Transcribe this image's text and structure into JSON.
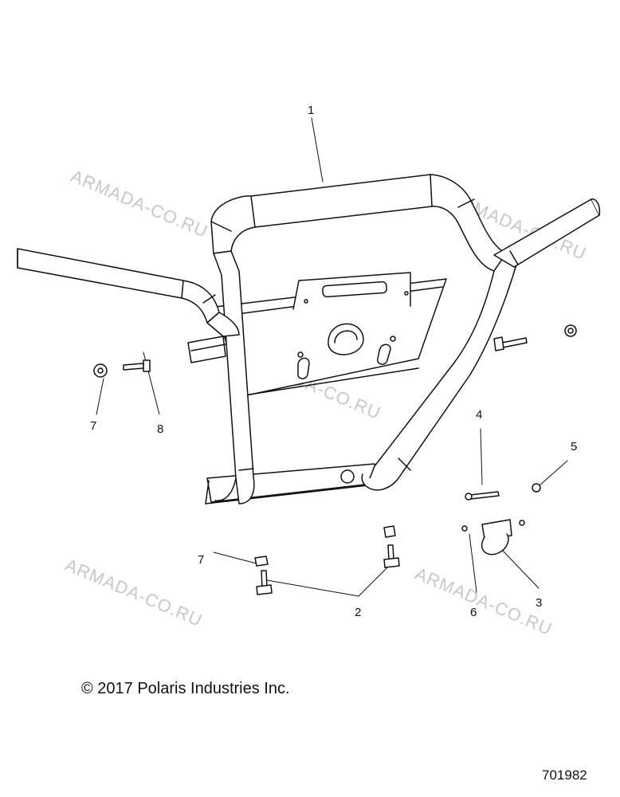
{
  "watermark": "ARMADA-CO.RU",
  "callouts": {
    "c1": "1",
    "c2": "2",
    "c3": "3",
    "c4": "4",
    "c5": "5",
    "c6": "6",
    "c7a": "7",
    "c7b": "7",
    "c8": "8"
  },
  "copyright": "© 2017 Polaris Industries Inc.",
  "figure_number": "701982"
}
